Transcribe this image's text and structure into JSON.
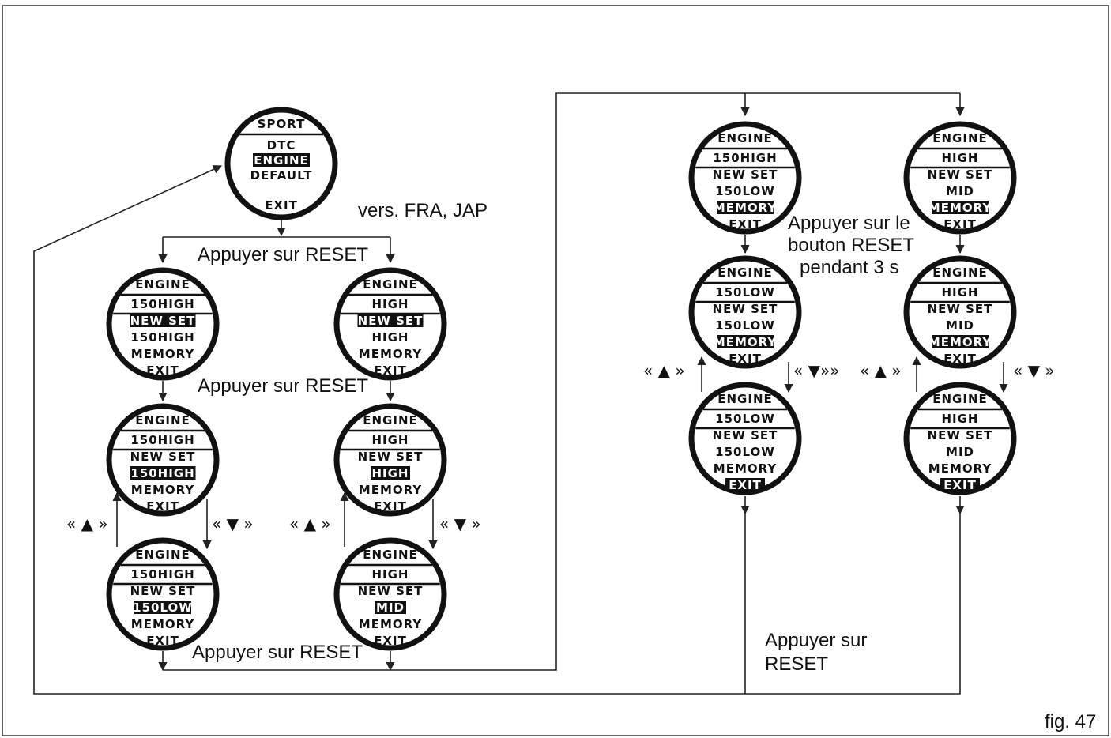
{
  "figure_label": "fig. 47",
  "labels": {
    "version": "vers. FRA, JAP",
    "press_reset_1": "Appuyer sur RESET",
    "press_reset_2": "Appuyer sur RESET",
    "press_reset_3": "Appuyer sur RESET",
    "hold_reset_1": "Appuyer sur le",
    "hold_reset_2": "bouton RESET",
    "hold_reset_3": "pendant 3 s",
    "press_reset_4a": "Appuyer sur",
    "press_reset_4b": "RESET",
    "up_arrow": "« ▲ »",
    "down_arrow": "« ▼ »",
    "down_arrow_alt": "« ▼»»"
  },
  "displays": [
    {
      "id": "sport",
      "header": "SPORT",
      "lines": [
        "DTC",
        "ENGINE",
        "DEFAULT",
        "",
        "EXIT"
      ],
      "highlight": 1
    },
    {
      "id": "a1",
      "header": "ENGINE",
      "lines": [
        "150HIGH",
        "NEW SET",
        "150HIGH",
        "MEMORY",
        "EXIT"
      ],
      "highlight": 1
    },
    {
      "id": "a2",
      "header": "ENGINE",
      "lines": [
        "150HIGH",
        "NEW SET",
        "150HIGH",
        "MEMORY",
        "EXIT"
      ],
      "highlight": 2
    },
    {
      "id": "a3",
      "header": "ENGINE",
      "lines": [
        "150HIGH",
        "NEW SET",
        "150LOW",
        "MEMORY",
        "EXIT"
      ],
      "highlight": 2
    },
    {
      "id": "b1",
      "header": "ENGINE",
      "lines": [
        "HIGH",
        "NEW SET",
        "HIGH",
        "MEMORY",
        "EXIT"
      ],
      "highlight": 1
    },
    {
      "id": "b2",
      "header": "ENGINE",
      "lines": [
        "HIGH",
        "NEW SET",
        "HIGH",
        "MEMORY",
        "EXIT"
      ],
      "highlight": 2
    },
    {
      "id": "b3",
      "header": "ENGINE",
      "lines": [
        "HIGH",
        "NEW SET",
        "MID",
        "MEMORY",
        "EXIT"
      ],
      "highlight": 2
    },
    {
      "id": "c1",
      "header": "ENGINE",
      "lines": [
        "150HIGH",
        "NEW SET",
        "150LOW",
        "MEMORY",
        "EXIT"
      ],
      "highlight": 3
    },
    {
      "id": "c2",
      "header": "ENGINE",
      "lines": [
        "150LOW",
        "NEW SET",
        "150LOW",
        "MEMORY",
        "EXIT"
      ],
      "highlight": 3
    },
    {
      "id": "c3",
      "header": "ENGINE",
      "lines": [
        "150LOW",
        "NEW SET",
        "150LOW",
        "MEMORY",
        "EXIT"
      ],
      "highlight": 4
    },
    {
      "id": "d1",
      "header": "ENGINE",
      "lines": [
        "HIGH",
        "NEW SET",
        "MID",
        "MEMORY",
        "EXIT"
      ],
      "highlight": 3
    },
    {
      "id": "d2",
      "header": "ENGINE",
      "lines": [
        "HIGH",
        "NEW SET",
        "MID",
        "MEMORY",
        "EXIT"
      ],
      "highlight": 3
    },
    {
      "id": "d3",
      "header": "ENGINE",
      "lines": [
        "HIGH",
        "NEW SET",
        "MID",
        "MEMORY",
        "EXIT"
      ],
      "highlight": 4
    }
  ]
}
